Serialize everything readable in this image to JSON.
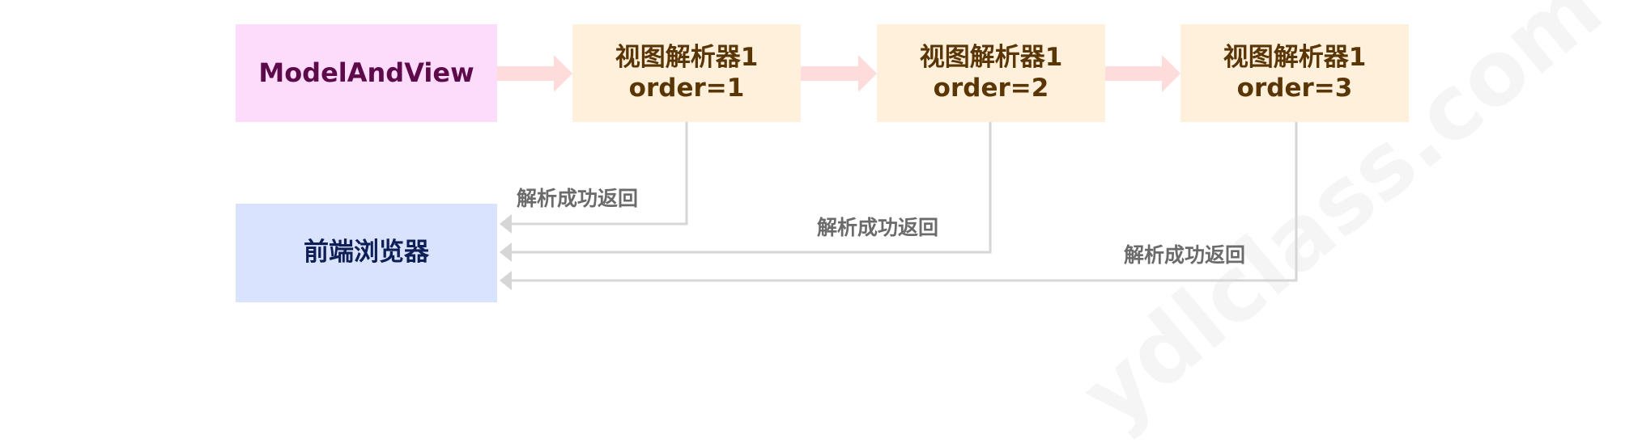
{
  "nodes": {
    "model_and_view": "ModelAndView",
    "resolvers": [
      {
        "name": "视图解析器1",
        "order": "order=1"
      },
      {
        "name": "视图解析器1",
        "order": "order=2"
      },
      {
        "name": "视图解析器1",
        "order": "order=3"
      }
    ],
    "browser": "前端浏览器"
  },
  "edges": {
    "return_labels": [
      "解析成功返回",
      "解析成功返回",
      "解析成功返回"
    ]
  },
  "watermark": "ydlclass.com",
  "colors": {
    "forward_arrow": "#ffdcdc",
    "return_arrow": "#d6d6d6"
  }
}
